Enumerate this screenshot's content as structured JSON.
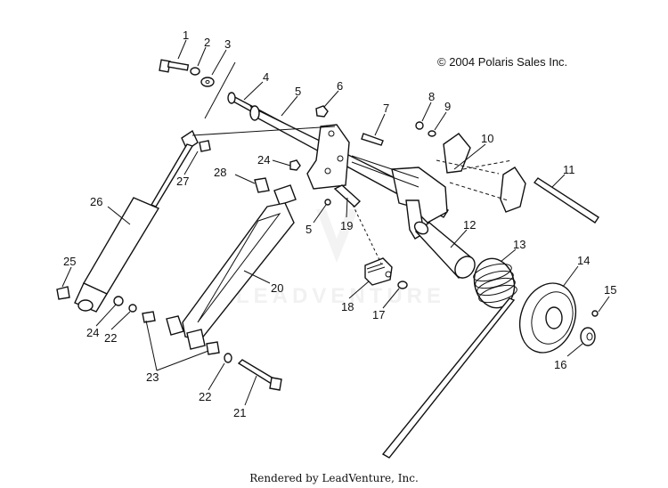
{
  "copyright": "© 2004 Polaris Sales Inc.",
  "footer": "Rendered by LeadVenture, Inc.",
  "watermark": "LEADVENTURE",
  "callouts": [
    "1",
    "2",
    "3",
    "4",
    "5",
    "6",
    "7",
    "8",
    "9",
    "10",
    "11",
    "12",
    "13",
    "14",
    "15",
    "16",
    "17",
    "18",
    "19",
    "20",
    "21",
    "22",
    "22",
    "23",
    "24",
    "24",
    "25",
    "26",
    "27",
    "28",
    "5"
  ]
}
